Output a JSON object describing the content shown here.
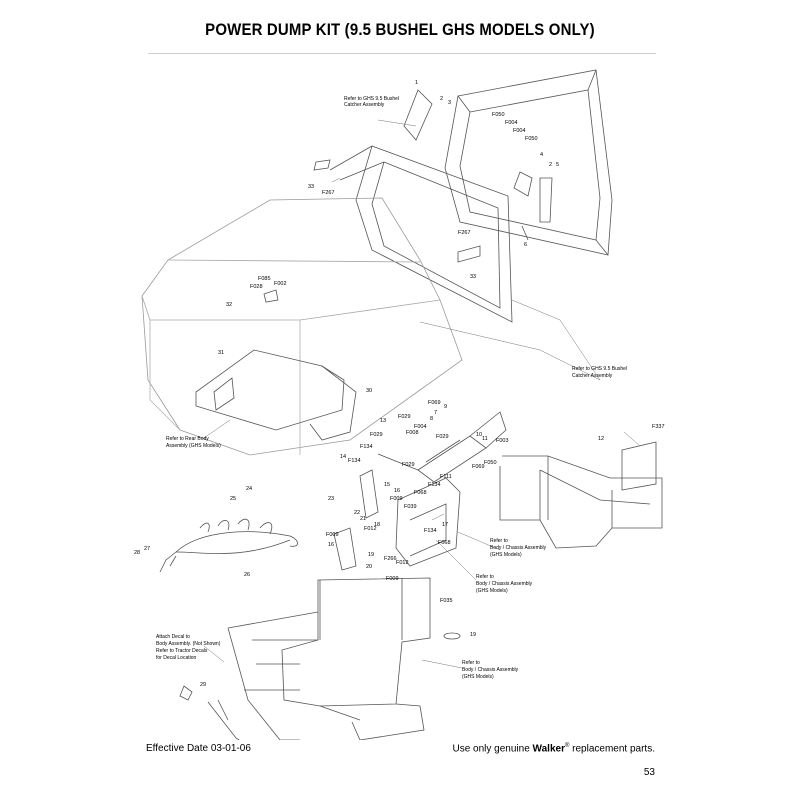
{
  "page": {
    "title": "POWER DUMP KIT (9.5 BUSHEL GHS MODELS ONLY)",
    "effective_date": "Effective Date 03-01-06",
    "footer_prefix": "Use only genuine ",
    "footer_brand": "Walker",
    "footer_reg": "®",
    "footer_suffix": " replacement parts.",
    "page_number": "53"
  },
  "callouts": {
    "ref_catcher_top": [
      "Refer to GHS 9.5 Bushel",
      "Catcher Assembly"
    ],
    "ref_catcher_right": [
      "Refer to GHS 9.5 Bushel",
      "Catcher Assembly"
    ],
    "ref_rear_body": [
      "Refer to Rear Body",
      "Assembly (GHS Models)"
    ],
    "ref_chassis_1": [
      "Refer to",
      "Body / Chassis Assembly",
      "(GHS Models)"
    ],
    "ref_chassis_2": [
      "Refer to",
      "Body / Chassis Assembly",
      "(GHS Models)"
    ],
    "ref_chassis_3": [
      "Refer to",
      "Body / Chassis Assembly",
      "(GHS Models)"
    ],
    "decal_note": [
      "Attach Decal to",
      "Body Assembly. (Not Shown)",
      "Refer to Tractor Decals",
      "for Decal Location"
    ]
  },
  "part_labels": {
    "p1": "1",
    "p2a": "2",
    "p3a": "3",
    "f050a": "F050",
    "f004a": "F004",
    "f004b": "F004",
    "f050b": "F050",
    "p4": "4",
    "p2b": "2",
    "p5": "5",
    "p6": "6",
    "p33a": "33",
    "f267a": "F267",
    "f267b": "F267",
    "p33b": "33",
    "f085": "F085",
    "f028": "F028",
    "f002": "F002",
    "p32": "32",
    "p31": "31",
    "p30": "30",
    "f069a": "F069",
    "p9": "9",
    "f029a": "F029",
    "p7": "7",
    "p13": "13",
    "p8": "8",
    "f029b": "F029",
    "f004c": "F004",
    "f008": "F008",
    "f029c": "F029",
    "f029d": "F029",
    "p10": "10",
    "p11": "11",
    "f003": "F003",
    "f050c": "F050",
    "f069b": "F069",
    "f134a": "F134",
    "p14": "14",
    "f134b": "F134",
    "p15": "15",
    "f134c": "F134",
    "f111": "F111",
    "p16a": "16",
    "f068a": "F068",
    "p23": "23",
    "f009a": "F009",
    "f039": "F039",
    "f134d": "F134",
    "p17": "17",
    "f068b": "F068",
    "p22": "22",
    "p21": "21",
    "p18": "18",
    "f012a": "F012",
    "f012b": "F012",
    "f009b": "F009",
    "p16b": "16",
    "p19a": "19",
    "f266": "F266",
    "p20": "20",
    "p25": "25",
    "p24": "24",
    "p28": "28",
    "p27": "27",
    "p26": "26",
    "p12": "12",
    "f337": "F337",
    "f009c": "F009",
    "f035": "F035",
    "p19b": "19",
    "p29": "29"
  }
}
